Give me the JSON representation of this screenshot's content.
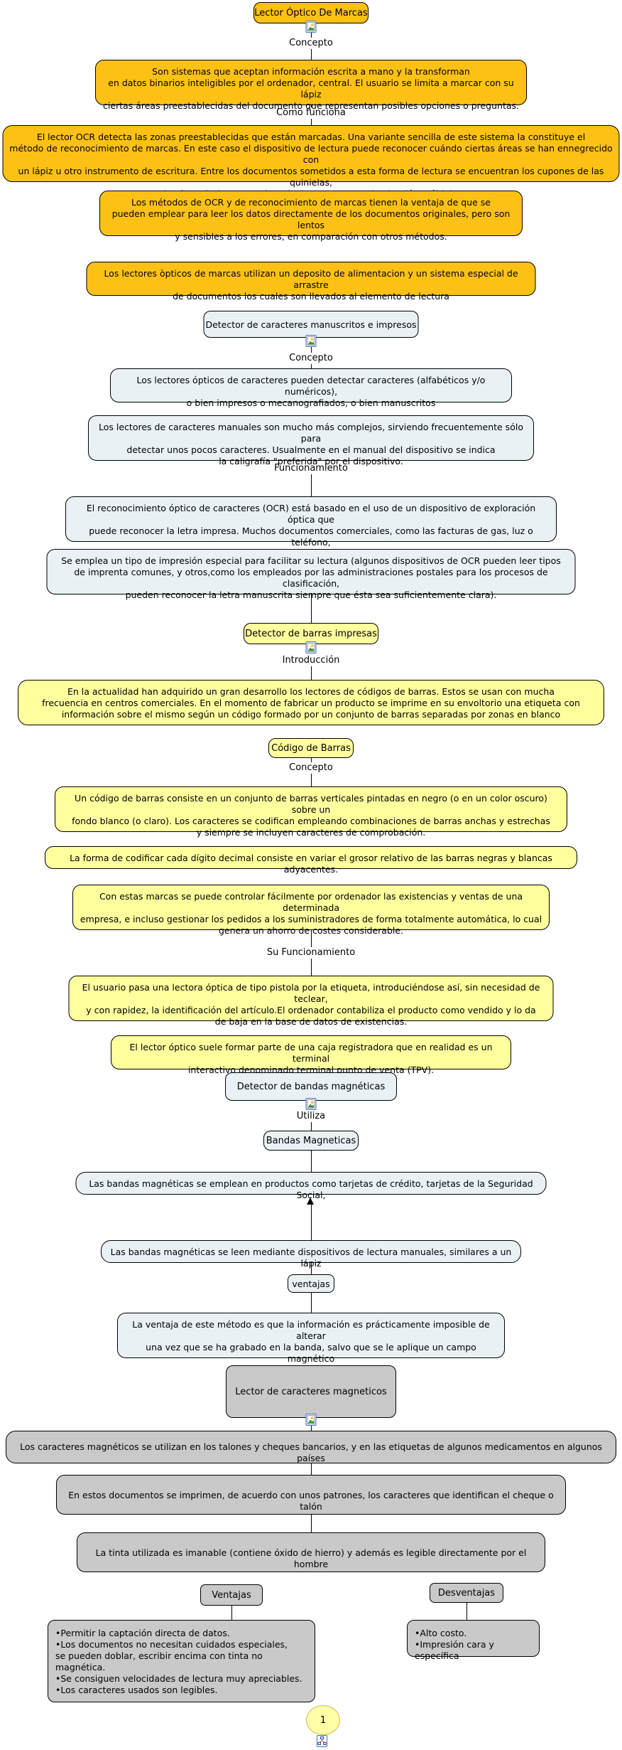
{
  "colors": {
    "gold": "#fdc116",
    "pale_yellow": "#ffff9e",
    "pale_blue": "#e9f1f4",
    "gray": "#c9c9c9",
    "line": "#000000"
  },
  "icons": {
    "resource": "image-resource-icon",
    "map": "concept-map-icon"
  },
  "nodes": {
    "lector_optico": "Lector Óptico De Marcas",
    "detector_caracteres": "Detector de caracteres manuscritos e impresos",
    "detector_barras": "Detector de barras impresas",
    "codigo_barras": "Código de Barras",
    "detector_bandas": "Detector de bandas magnéticas",
    "bandas_magneticas": "Bandas Magneticas",
    "ventajas_rel": "ventajas",
    "lector_magneticos": "Lector de caracteres magneticos",
    "ventajas": "Ventajas",
    "desventajas": "Desventajas"
  },
  "labels": {
    "concepto_1": "Concepto",
    "como_funciona": "Como funciona",
    "concepto_2": "Concepto",
    "funcionamiento": "Funcionamiento",
    "introduccion": "Introducción",
    "concepto_3": "Concepto",
    "su_funcionamiento": "Su Funcionamiento",
    "utiliza": "Utiliza"
  },
  "boxes": {
    "son_sistemas": "Son sistemas que aceptan información escrita a mano y la transforman\nen datos binarios inteligibles por el ordenador, central. El usuario se limita a marcar con su lápiz\nciertas áreas preestablecidas del documento que representan posibles opciones o preguntas.",
    "lector_ocr_detecta": "El lector OCR detecta las zonas preestablecidas que están marcadas. Una variante sencilla de este sistema la constituye el\nmétodo de reconocimiento de marcas. En este caso el dispositivo de lectura puede reconocer cuándo ciertas áreas se han ennegrecido con\nun lápiz u otro instrumento de escritura. Entre los documentos sometidos a esta forma de lectura se encuentran los cupones de las quinielas,\nlos formularios y cuestionarios con respuesta de elección múltiple",
    "metodos_ocr": "Los métodos de OCR y de reconocimiento de marcas tienen la ventaja de que se\npueden emplear para leer los datos directamente de los documentos originales, pero son lentos\ny sensibles a los errores, en comparación con otros métodos.",
    "deposito_alimentacion": "Los lectores òpticos de marcas utilizan un deposito de alimentacion y un sistema especial de arrastre\nde documentos los cuales son llevados al elemento de lectura",
    "detectar_caracteres": "Los lectores ópticos de caracteres pueden detectar caracteres (alfabéticos y/o numéricos),\no bien impresos o mecanografiados, o bien manuscritos",
    "lectores_manuales": "Los lectores de caracteres manuales son mucho más complejos, sirviendo frecuentemente sólo para\ndetectar unos pocos caracteres. Usualmente en el manual del dispositivo se indica\nla caligrafía \"preferida\" por el dispositivo.",
    "reconocimiento_optico": "El reconocimiento óptico de caracteres (OCR) está basado en el uso de un dispositivo de exploración óptica que\npuede reconocer la letra impresa. Muchos documentos comerciales, como las facturas de gas, luz o teléfono,\ndisponen de una banda que figura en la parte inferior que se puede leer mediante un dispositivo de OCR",
    "impresion_especial": "Se emplea un tipo de impresión especial para facilitar su lectura (algunos dispositivos de OCR pueden leer tipos\nde imprenta comunes, y otros,como los empleados por las administraciones postales para los procesos de clasificación,\npueden reconocer la letra manuscrita siempre que ésta sea suficientemente clara).",
    "actualidad_codigos": "En la actualidad han adquirido un gran desarrollo los lectores de códigos de barras. Estos se usan con mucha\nfrecuencia en centros comerciales. En el momento de fabricar un producto se imprime en su envoltorio una etiqueta con\ninformación sobre el mismo según un código formado por un conjunto de barras separadas por zonas en blanco",
    "codigo_consiste": "Un código de barras consiste en un conjunto de barras verticales pintadas en negro (o en un color oscuro) sobre un\nfondo blanco (o claro). Los caracteres se codifican empleando combinaciones de barras anchas y estrechas\ny siempre se incluyen caracteres de comprobación.",
    "forma_codificar": "La forma de codificar cada dígito decimal consiste en variar el grosor relativo de las barras negras y blancas adyacentes.",
    "con_estas_marcas": "Con estas marcas se puede controlar fácilmente por ordenador las existencias y ventas de una determinada\nempresa, e incluso gestionar los pedidos a los suministradores de forma totalmente automática, lo cual\ngenera un ahorro de costes considerable.",
    "usuario_pistola": "El usuario pasa una lectora óptica de tipo pistola por la etiqueta, introduciéndose así, sin necesidad de teclear,\ny con rapidez, la identificación del artículo.El ordenador contabiliza el producto como vendido y lo da\nde baja en la base de datos de existencias.",
    "caja_registradora": "El lector óptico suele formar parte de una caja registradora que en realidad es un terminal\ninteractivo denominado terminal punto de venta (TPV).",
    "bandas_emplean": "Las bandas magnéticas se emplean en productos como tarjetas de crédito, tarjetas de la Seguridad Social,",
    "bandas_leen": "Las bandas magnéticas se leen mediante dispositivos de lectura manuales, similares a un lápiz",
    "ventaja_metodo": "La ventaja de este método es que la información es prácticamente imposible de alterar\nuna vez que se ha grabado en la banda, salvo que se le aplique un campo magnético\nde intensidad suficient",
    "caracteres_magneticos_uso": "Los caracteres magnéticos se utilizan en los talones y cheques bancarios, y en las etiquetas de algunos medicamentos en algunos países",
    "documentos_patrones": "En estos documentos se imprimen, de acuerdo con unos patrones, los caracteres que identifican el cheque o talón",
    "tinta_imanable": "La tinta utilizada es imanable (contiene óxido de hierro) y además es legible directamente por el hombre"
  },
  "lists": {
    "ventajas": "•Permitir la captación directa de datos.\n•Los documentos no necesitan cuidados especiales,\nse pueden doblar, escribir encima con tinta no magnética.\n•Se consiguen velocidades de lectura muy apreciables.\n•Los caracteres usados son legibles.",
    "desventajas": "•Alto costo.\n•Impresión cara y específica"
  },
  "page": {
    "number": "1"
  }
}
